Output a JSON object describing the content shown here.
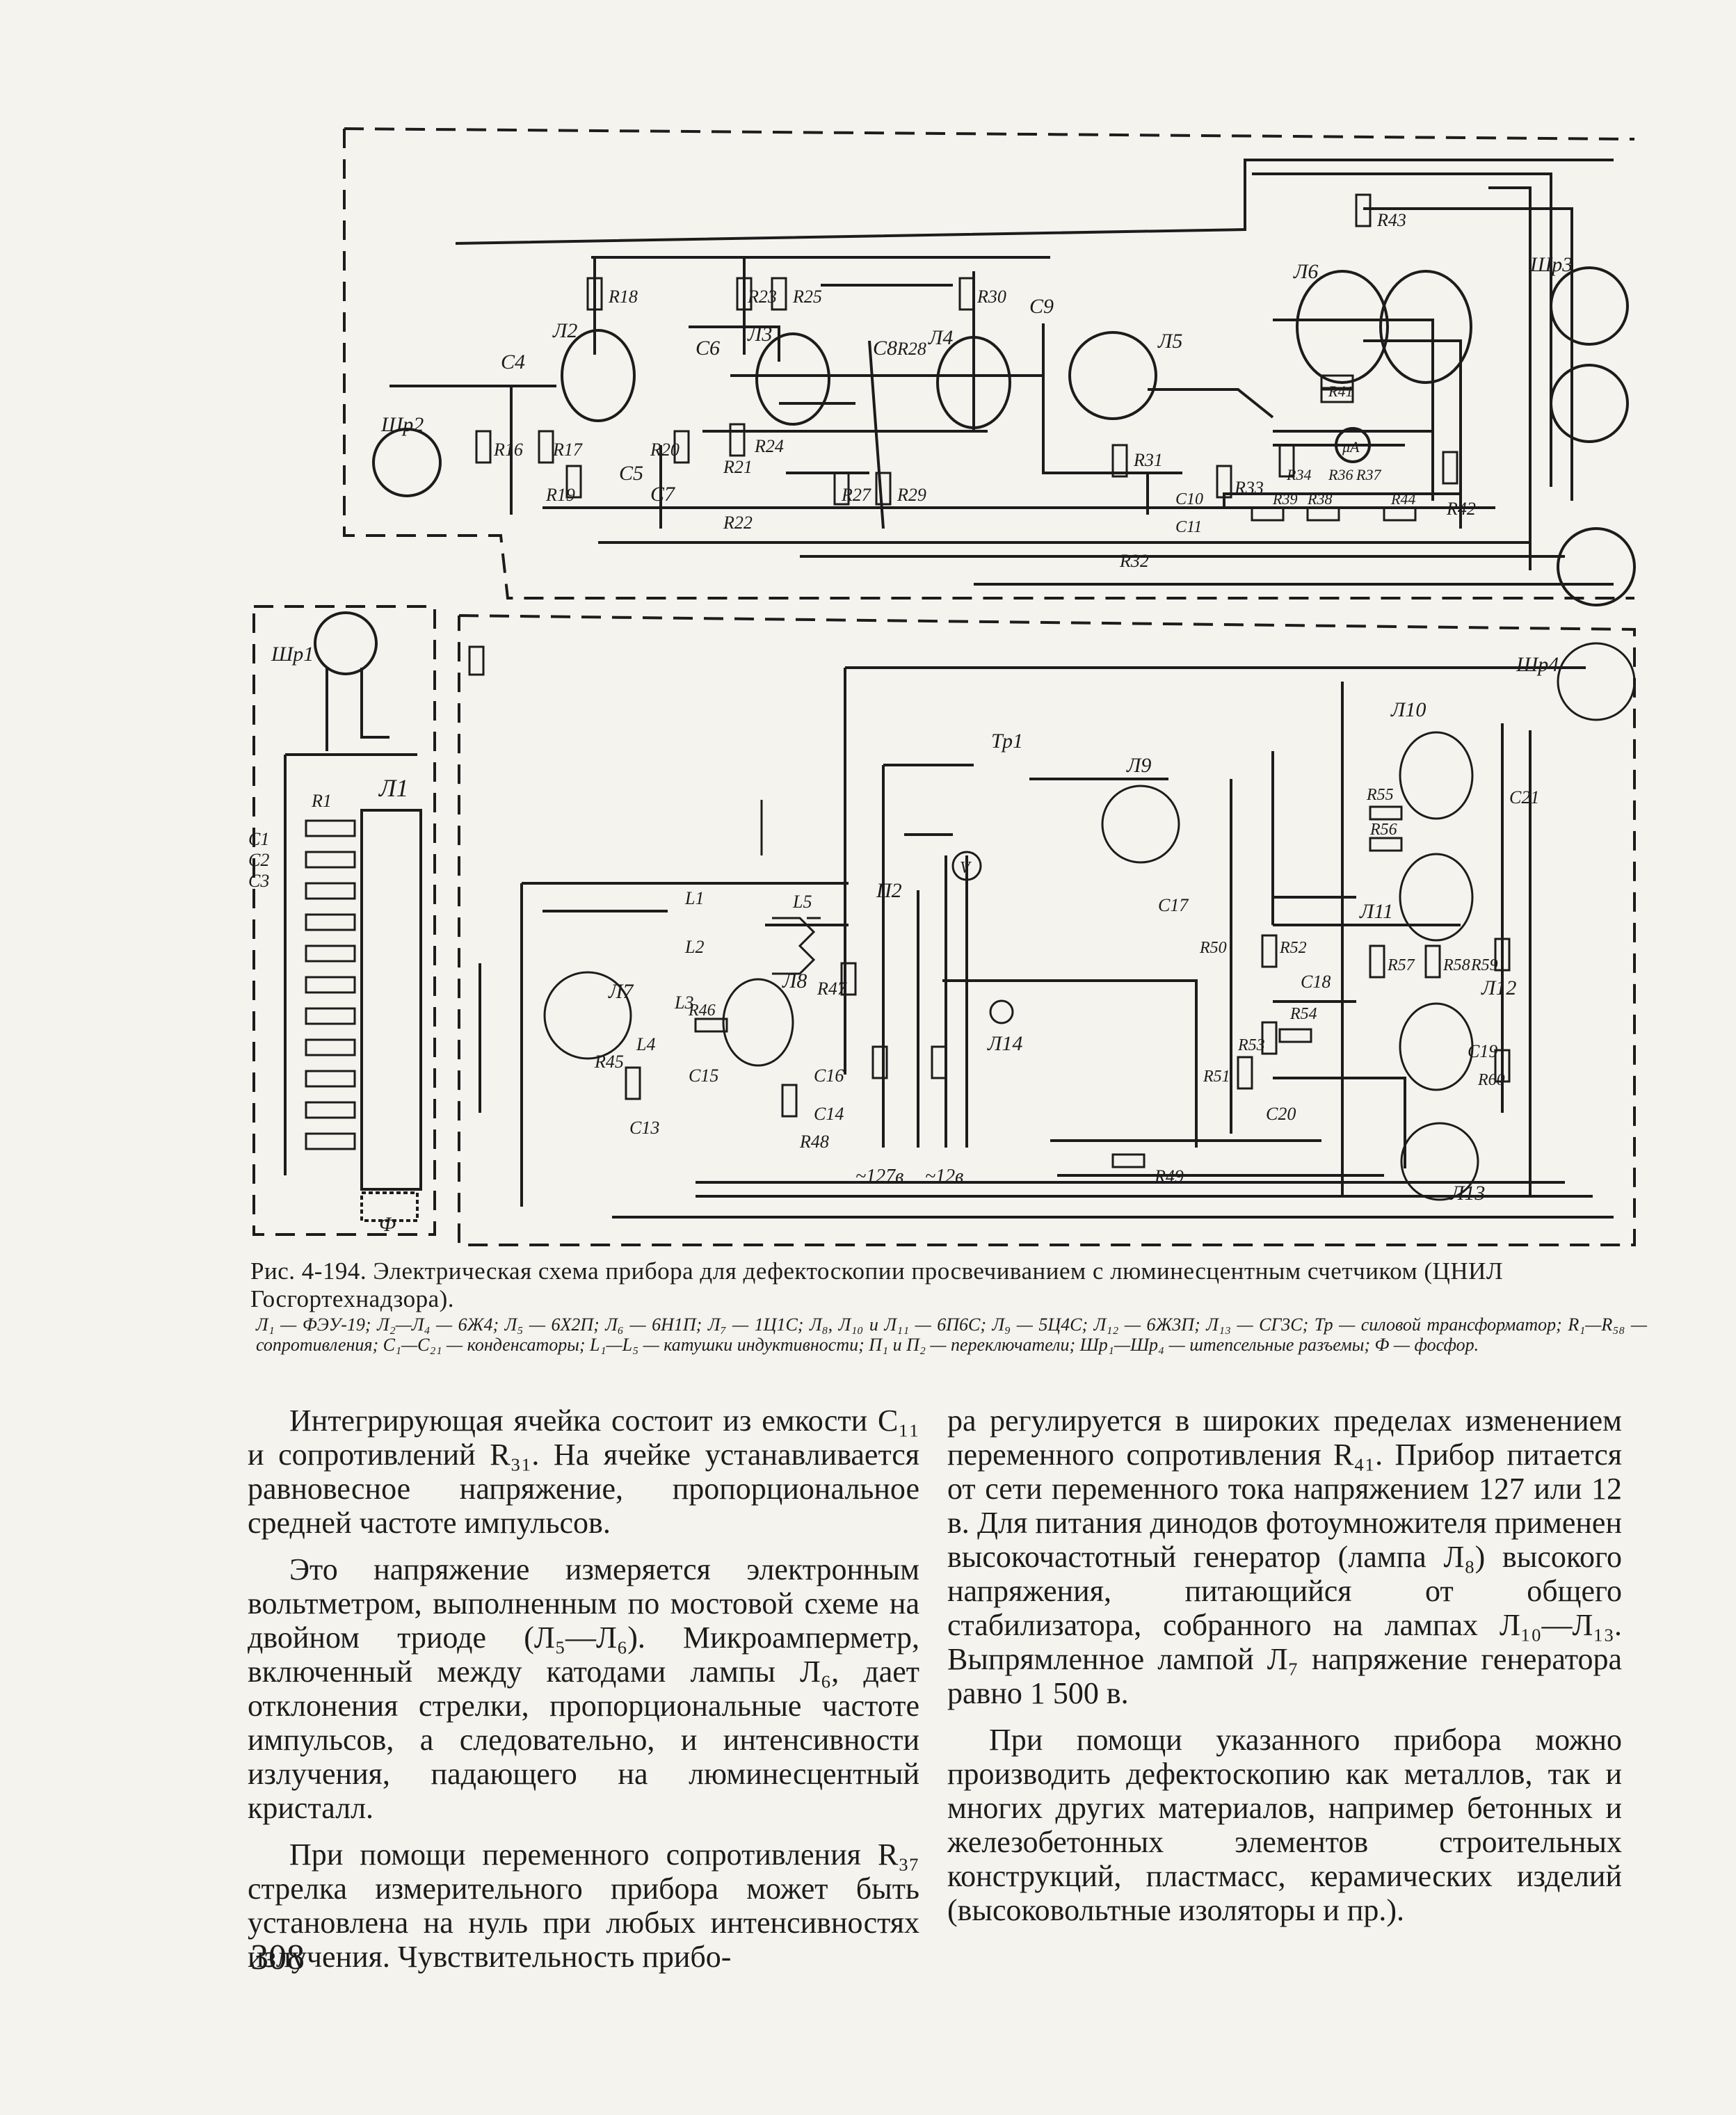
{
  "figure": {
    "label_number": "Рис. 4-194.",
    "caption": "Электрическая схема прибора для дефектоскопии просвечиванием с люминесцентным счетчиком (ЦНИЛ Госгортехнадзора).",
    "legend": "Л₁ — ФЭУ-19; Л₂—Л₄ — 6Ж4; Л₅ — 6Х2П; Л₆ — 6Н1П; Л₇ — 1Ц1С; Л₈, Л₁₀ и Л₁₁ — 6П6С; Л₉ — 5Ц4С; Л₁₂ — 6Ж3П; Л₁₃ — СГ3С; Тр — силовой трансформатор; R₁—R₅₈ — сопротивления; C₁—C₂₁ — конденсаторы; L₁—L₅ — катушки индуктивности; П₁ и П₂ — переключатели; Шр₁—Шр₄ — штепсельные разъемы; Ф — фосфор.",
    "labels": {
      "shr1": "Шр1",
      "shr2": "Шр2",
      "shr3": "Шр3",
      "shr4": "Шр4",
      "l1": "Л1",
      "l2": "Л2",
      "l3": "Л3",
      "l4": "Л4",
      "l5": "Л5",
      "l6": "Л6",
      "l7": "Л7",
      "l8": "Л8",
      "l9": "Л9",
      "l10": "Л10",
      "l11": "Л11",
      "l12": "Л12",
      "l13": "Л13",
      "l14": "Л14",
      "tr1": "Тр1",
      "phi": "Ф",
      "p2": "П2",
      "uA": "μA",
      "v": "V",
      "c4": "C4",
      "c5": "C5",
      "c6": "C6",
      "c7": "C7",
      "c8": "C8",
      "c9": "C9",
      "c10": "C10",
      "c11": "C11",
      "c13": "C13",
      "c14": "C14",
      "c15": "C15",
      "c16": "C16",
      "c17": "C17",
      "c18": "C18",
      "c19": "C19",
      "c20": "C20",
      "c21": "C21",
      "c1": "C1",
      "c2": "C2",
      "c3": "C3",
      "r1": "R1",
      "r16": "R16",
      "r17": "R17",
      "r18": "R18",
      "r19": "R19",
      "r20": "R20",
      "r21": "R21",
      "r22": "R22",
      "r23": "R23",
      "r24": "R24",
      "r25": "R25",
      "r27": "R27",
      "r28": "R28",
      "r29": "R29",
      "r30": "R30",
      "r31": "R31",
      "r32": "R32",
      "r33": "R33",
      "r34": "R34",
      "r36": "R36",
      "r37": "R37",
      "r38": "R38",
      "r39": "R39",
      "r41": "R41",
      "r42": "R42",
      "r43": "R43",
      "r44": "R44",
      "r45": "R45",
      "r46": "R46",
      "r47": "R47",
      "r48": "R48",
      "r49": "R49",
      "r50": "R50",
      "r51": "R51",
      "r52": "R52",
      "r53": "R53",
      "r54": "R54",
      "r55": "R55",
      "r56": "R56",
      "r57": "R57",
      "r58": "R58",
      "r59": "R59",
      "r60": "R60",
      "ll1": "L1",
      "ll2": "L2",
      "ll3": "L3",
      "ll4": "L4",
      "ll5": "L5",
      "v127": "~127в",
      "v12": "~12в"
    }
  },
  "left_column": [
    "Интегрирующая ячейка состоит из емкости C₁₁ и сопротивлений R₃₁. На ячейке устанавливается равновесное напряжение, пропорциональное средней частоте импульсов.",
    "Это напряжение измеряется электронным вольтметром, выполненным по мостовой схеме на двойном триоде (Л₅—Л₆). Микроамперметр, включенный между катодами лампы Л₆, дает отклонения стрелки, пропорциональные частоте импульсов, а следовательно, и интенсивности излучения, падающего на люминесцентный кристалл.",
    "При помощи переменного сопротивления R₃₇ стрелка измерительного прибора может быть установлена на нуль при любых интенсивностях излучения. Чувствительность прибо-"
  ],
  "right_column": [
    "ра регулируется в широких пределах изменением переменного сопротивления R₄₁. Прибор питается от сети переменного тока напряжением 127 или 12 в. Для питания динодов фотоумножителя применен высокочастотный генератор (лампа Л₈) высокого напряжения, питающийся от общего стабилизатора, собранного на лампах Л₁₀—Л₁₃. Выпрямленное лампой Л₇ напряжение генератора равно 1 500 в.",
    "При помощи указанного прибора можно производить дефектоскопию как металлов, так и многих других материалов, например бетонных и железобетонных элементов строительных конструкций, пластмасс, керамических изделий (высоковольтные изоляторы и пр.)."
  ],
  "page_number": "308"
}
